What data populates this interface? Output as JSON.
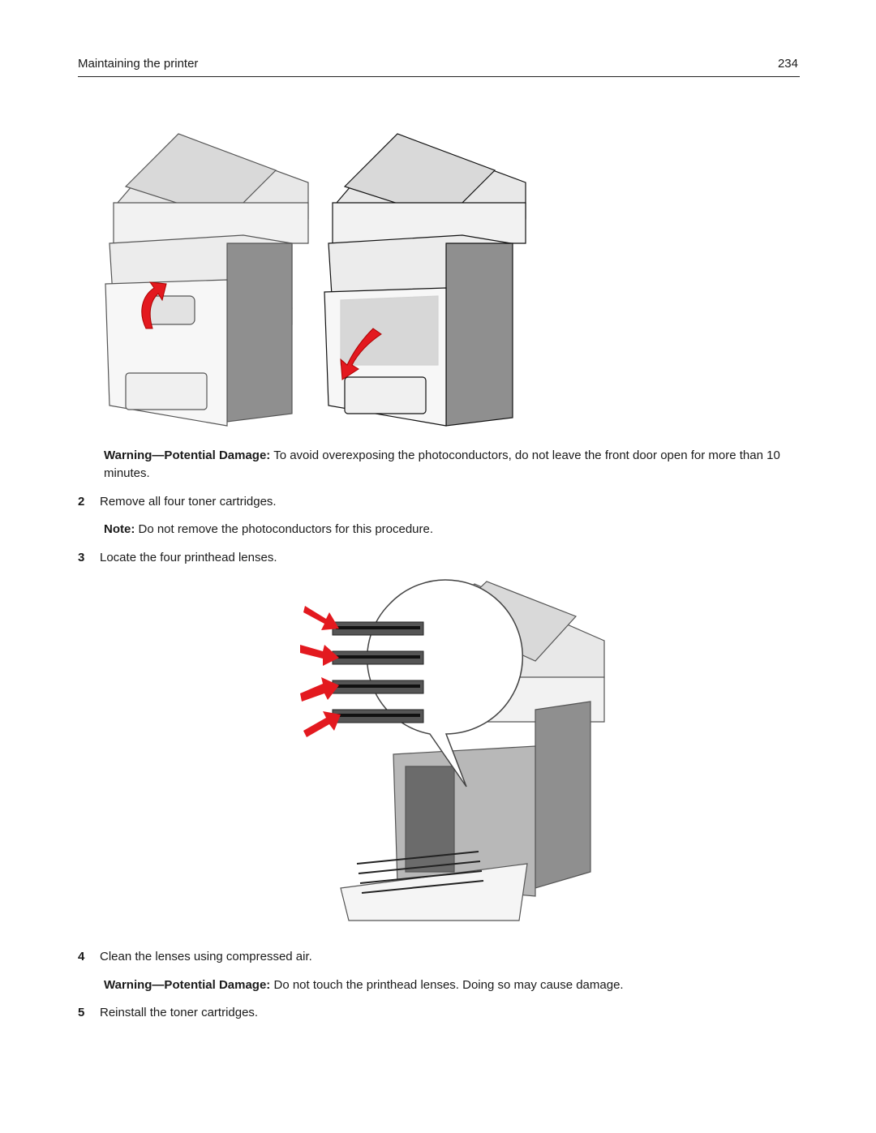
{
  "header": {
    "title": "Maintaining the printer",
    "page_number": "234"
  },
  "warning_1": {
    "label": "Warning—Potential Damage:",
    "text": " To avoid overexposing the photoconductors, do not leave the front door open for more than 10 minutes."
  },
  "step_2": {
    "number": "2",
    "text": "Remove all four toner cartridges."
  },
  "note": {
    "label": "Note:",
    "text": " Do not remove the photoconductors for this procedure."
  },
  "step_3": {
    "number": "3",
    "text": "Locate the four printhead lenses."
  },
  "step_4": {
    "number": "4",
    "text": "Clean the lenses using compressed air."
  },
  "warning_2": {
    "label": "Warning—Potential Damage:",
    "text": " Do not touch the printhead lenses. Doing so may cause damage."
  },
  "step_5": {
    "number": "5",
    "text": "Reinstall the toner cartridges."
  },
  "colors": {
    "arrow": "#e3191f",
    "printer_body": "#e6e6e6",
    "printer_side": "#9a9a9a"
  }
}
